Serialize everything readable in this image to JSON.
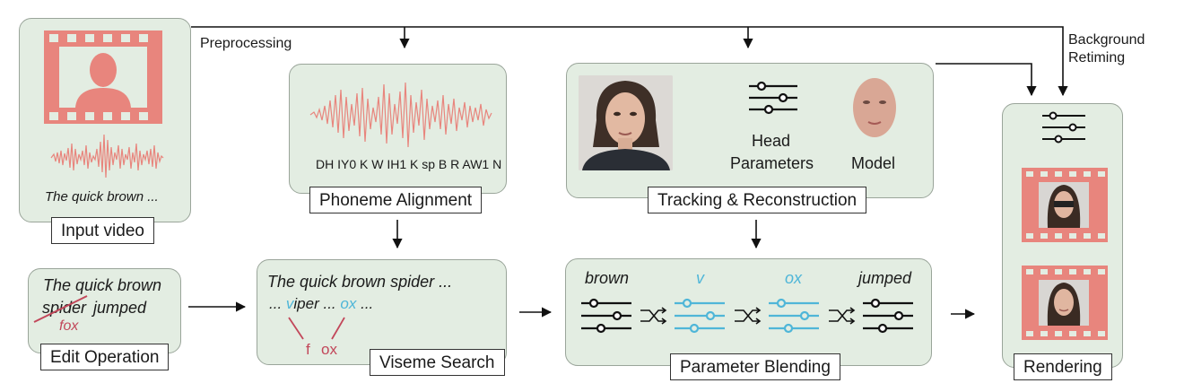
{
  "colors": {
    "panel_bg": "#e3ede2",
    "accent_red": "#e8857d",
    "dark_red": "#c2475a",
    "accent_blue": "#4fb6d8",
    "line": "#111111"
  },
  "labels": {
    "preprocessing": "Preprocessing",
    "background_retiming_1": "Background",
    "background_retiming_2": "Retiming"
  },
  "input_video": {
    "title": "Input video",
    "transcript": "The quick brown ..."
  },
  "phoneme_alignment": {
    "title": "Phoneme Alignment",
    "phonemes": "DH IY0 K W IH1 K sp B R AW1 N"
  },
  "tracking": {
    "title": "Tracking & Reconstruction",
    "head_label_1": "Head",
    "head_label_2": "Parameters",
    "model_label": "Model"
  },
  "edit_operation": {
    "title": "Edit Operation",
    "line1": "The quick brown",
    "line2_struck": "spider",
    "line2_rest": "jumped",
    "replacement": "fox"
  },
  "viseme_search": {
    "title": "Viseme Search",
    "line1": "The quick brown spider ...",
    "prefix": "...",
    "v": "v",
    "iper": "iper ...",
    "ox": "ox",
    "suffix": "...",
    "f": "f",
    "ox2": "ox"
  },
  "parameter_blending": {
    "title": "Parameter Blending",
    "words": [
      "brown",
      "v",
      "ox",
      "jumped"
    ]
  },
  "rendering": {
    "title": "Rendering"
  }
}
